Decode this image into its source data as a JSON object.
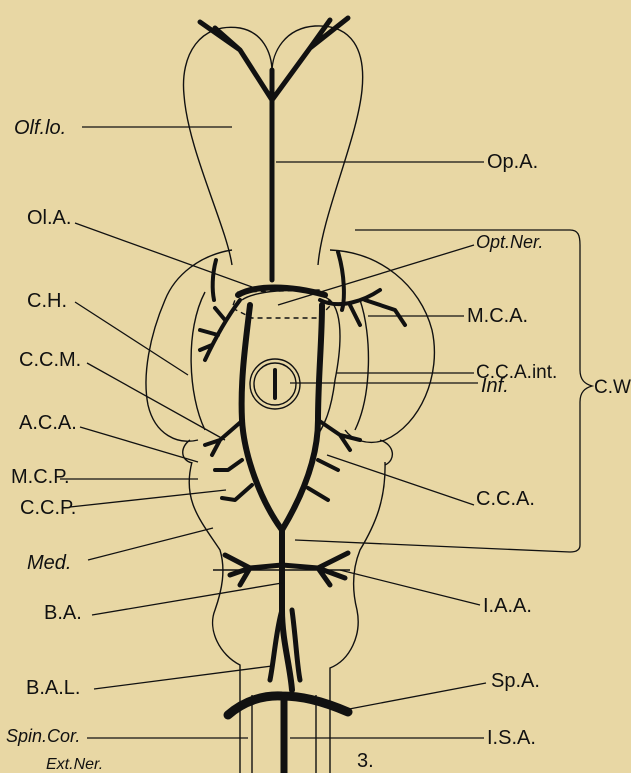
{
  "labels": {
    "olf_lo": "Olf.lo.",
    "ol_a": "Ol.A.",
    "c_h": "C.H.",
    "c_c_m": "C.C.M.",
    "a_c_a": "A.C.A.",
    "m_c_p": "M.C.P.",
    "c_c_p": "C.C.P.",
    "med": "Med.",
    "b_a": "B.A.",
    "b_a_l": "B.A.L.",
    "spin_cor": "Spin.Cor.",
    "ext_ner": "Ext.Ner.",
    "op_a": "Op.A.",
    "opt_ner": "Opt.Ner.",
    "m_c_a": "M.C.A.",
    "c_c_a_int": "C.C.A.int.",
    "inf": "Inf.",
    "c_c_a": "C.C.A.",
    "i_a_a": "I.A.A.",
    "sp_a": "Sp.A.",
    "i_s_a": "I.S.A.",
    "c_w": "C.W.",
    "figure_number": "3."
  },
  "colors": {
    "background": "#e8d7a4",
    "ink": "#111111"
  }
}
